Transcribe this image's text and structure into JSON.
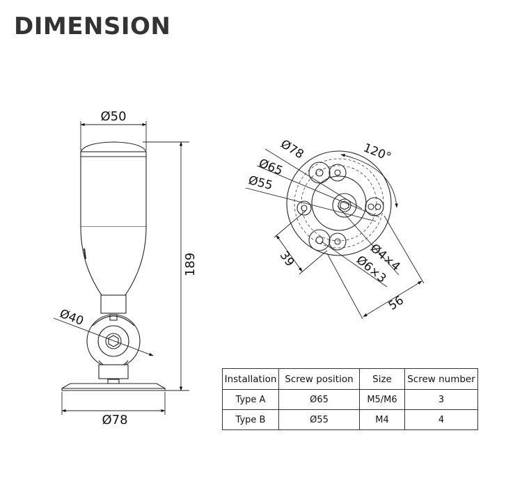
{
  "title": "DIMENSION",
  "side_view": {
    "top_diameter": "Ø50",
    "height": "189",
    "bracket_diameter": "Ø40",
    "base_diameter": "Ø78"
  },
  "base_view": {
    "outer_diameter": "Ø78",
    "diameter_65": "Ø65",
    "diameter_55": "Ø55",
    "angle": "120°",
    "dim_39": "39",
    "dim_56": "56",
    "hole_small": "Ø4×4",
    "hole_large": "Ø6×3"
  },
  "table": {
    "headers": [
      "Installation",
      "Screw position",
      "Size",
      "Screw number"
    ],
    "rows": [
      [
        "Type A",
        "Ø65",
        "M5/M6",
        "3"
      ],
      [
        "Type B",
        "Ø55",
        "M4",
        "4"
      ]
    ]
  }
}
